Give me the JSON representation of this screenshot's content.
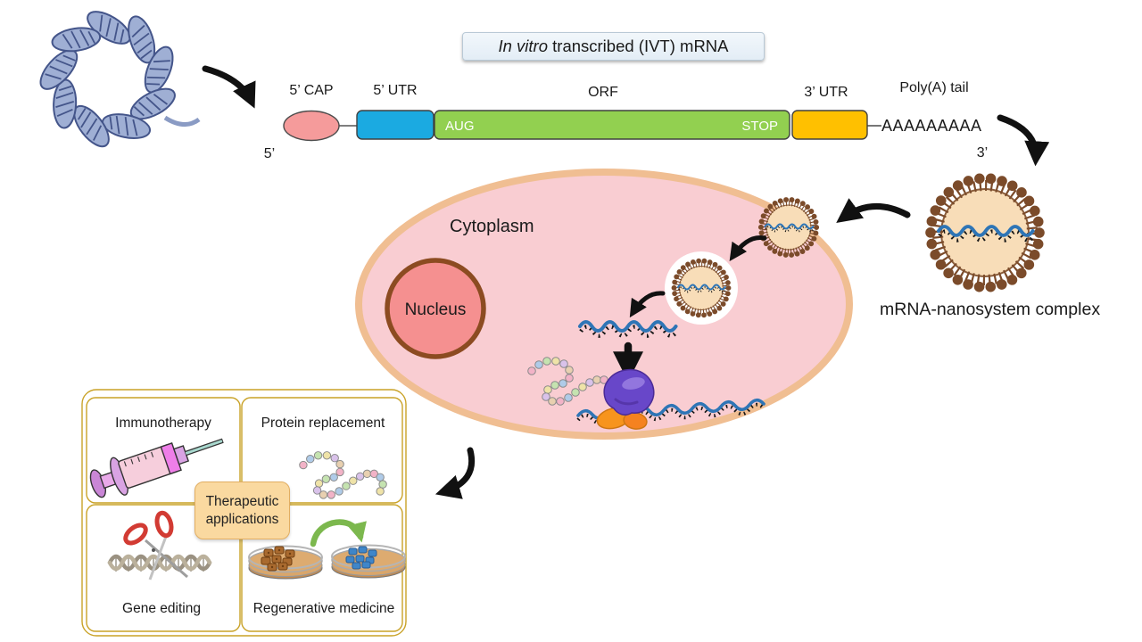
{
  "title": {
    "italic_part": "In vitro",
    "regular_part": " transcribed (IVT) mRNA"
  },
  "construct": {
    "cap_label": "5’ CAP",
    "utr5_label": "5’ UTR",
    "orf_label": "ORF",
    "utr3_label": "3’ UTR",
    "polya_label": "Poly(A) tail",
    "start_codon": "AUG",
    "stop_codon": "STOP",
    "polya_sequence": "AAAAAAAAA",
    "five_prime_end": "5’",
    "three_prime_end": "3’"
  },
  "cell": {
    "cytoplasm_label": "Cytoplasm",
    "nucleus_label": "Nucleus"
  },
  "nanosystem": {
    "label": "mRNA-nanosystem complex"
  },
  "applications": {
    "center_label": "Therapeutic applications",
    "items": [
      {
        "label": "Immunotherapy",
        "icon": "syringe-icon"
      },
      {
        "label": "Protein replacement",
        "icon": "protein-chain-icon"
      },
      {
        "label": "Gene editing",
        "icon": "scissors-dna-icon"
      },
      {
        "label": "Regenerative medicine",
        "icon": "petri-dishes-icon"
      }
    ]
  },
  "colors": {
    "cap_fill": "#F59B9B",
    "utr5_fill": "#1BAAE1",
    "orf_fill": "#92D050",
    "utr3_fill": "#FFC000",
    "cell_fill": "#F9CDD2",
    "cell_border": "#F0BE92",
    "nucleus_fill": "#F59090",
    "nucleus_border": "#8C4B21",
    "lnp_head": "#7B4B2A",
    "lnp_fill": "#F8DDB8",
    "mrna_blue": "#2E75B6",
    "grid_border": "#C9A227",
    "therapeutic_fill": "#FAD9A0",
    "title_fill": "#E3EDF6",
    "arrow_black": "#111111",
    "arrow_green": "#7CB84E"
  }
}
